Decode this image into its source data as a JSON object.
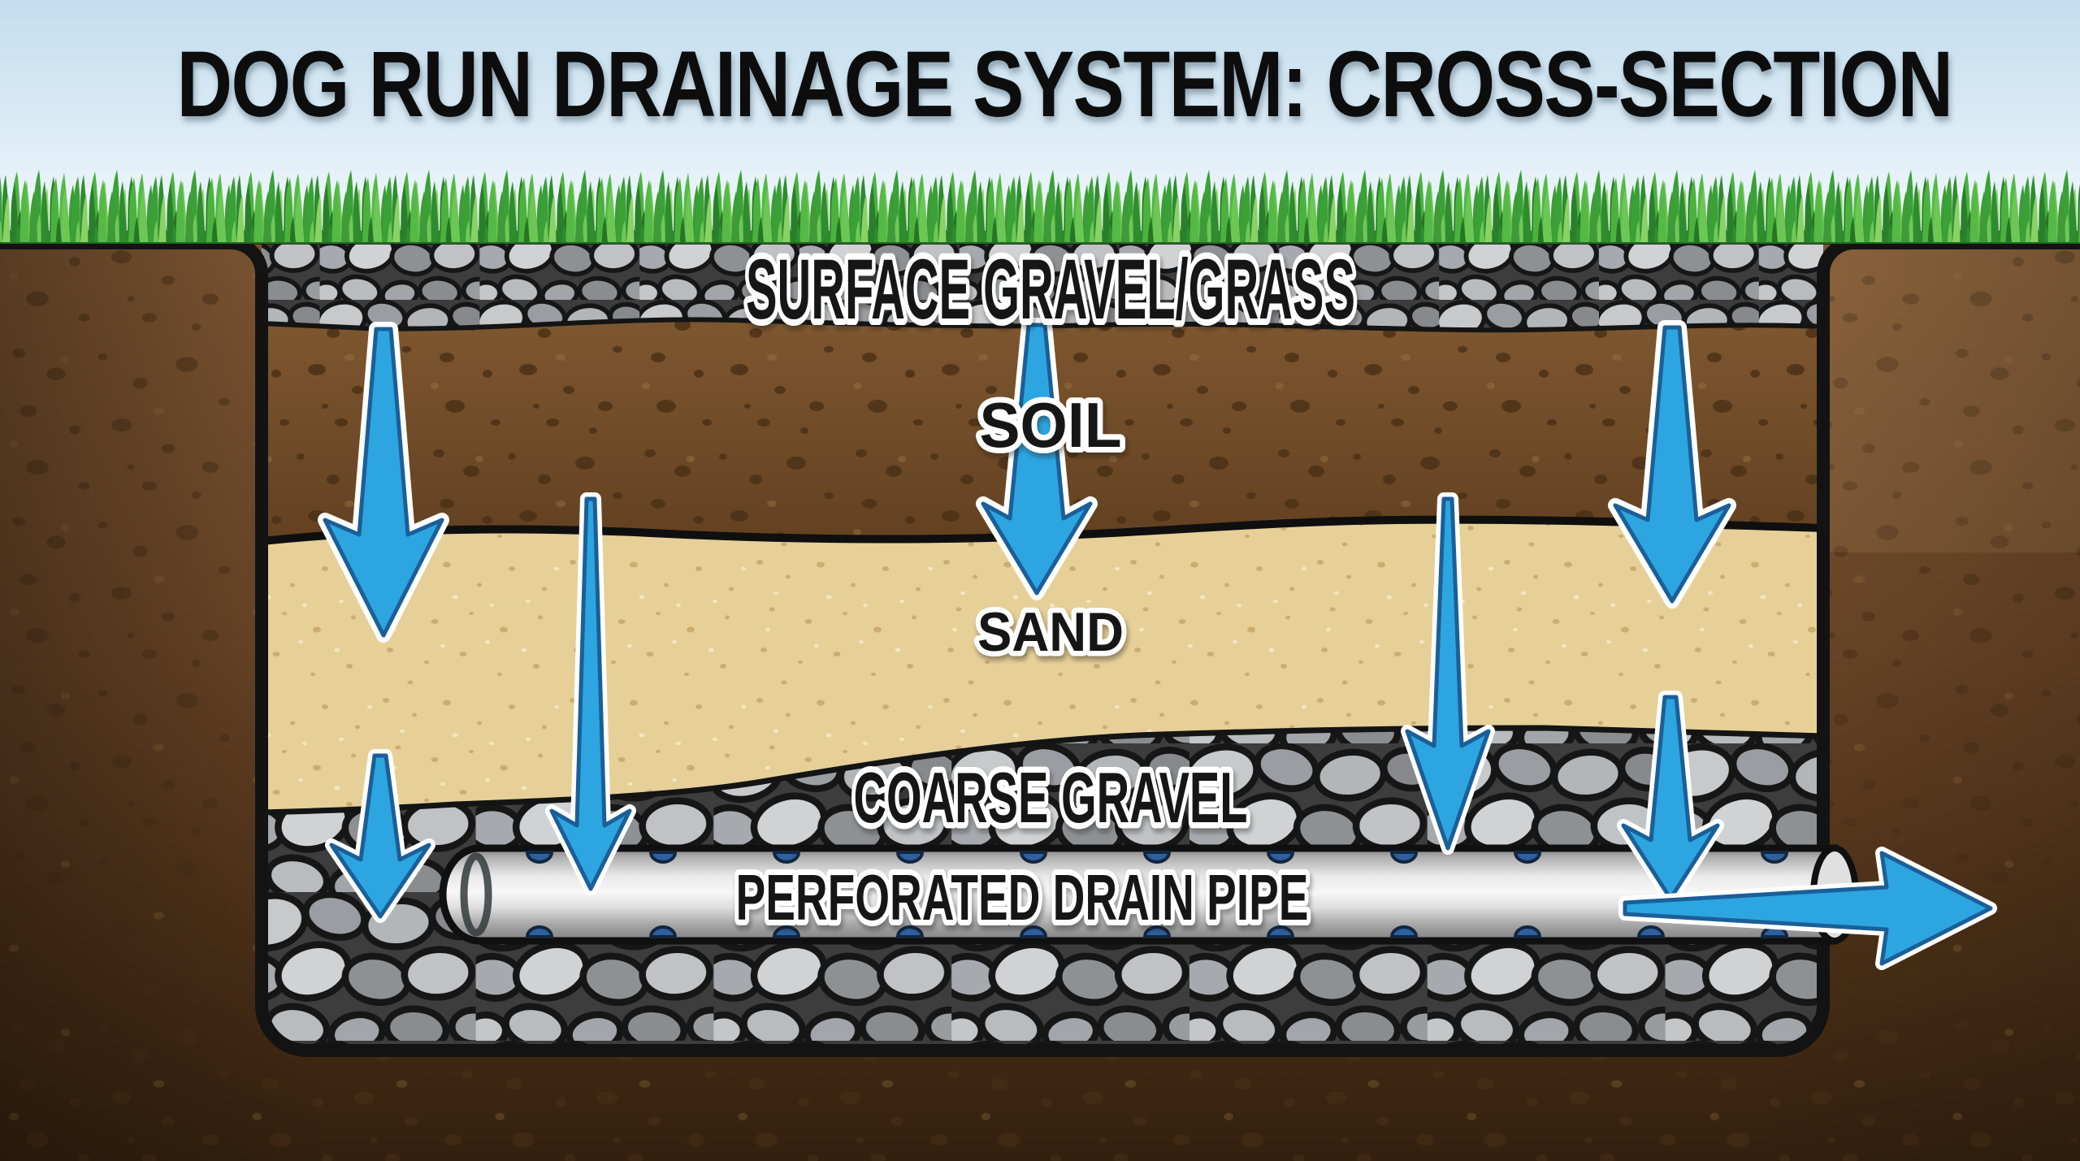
{
  "title": "DOG RUN DRAINAGE SYSTEM: CROSS-SECTION",
  "diagram": {
    "type": "cross-section",
    "subject": "dog run drainage system",
    "layers": [
      {
        "id": "surface-gravel-grass",
        "label": "SURFACE GRAVEL/GRASS",
        "color": "#a8a8a8"
      },
      {
        "id": "soil",
        "label": "SOIL",
        "color": "#7a5329"
      },
      {
        "id": "sand",
        "label": "SAND",
        "color": "#e6d098"
      },
      {
        "id": "coarse-gravel",
        "label": "COARSE GRAVEL",
        "color": "#9b9b9b"
      },
      {
        "id": "perforated-drain-pipe",
        "label": "PERFORATED DRAIN PIPE",
        "color": "#d9d9d9"
      }
    ],
    "flow": {
      "down_arrow_count": 7,
      "outflow_arrow_count": 1,
      "direction": "water percolates down through layers and exits right through pipe"
    },
    "colors": {
      "sky_top": "#c3ddee",
      "sky_bottom": "#f4f9fc",
      "grass_green": "#4bb23e",
      "soil_brown": "#7a5329",
      "sand_tan": "#e6d098",
      "outside_soil": "#6a4628",
      "pipe_gray": "#d9d9d9",
      "perforation_blue": "#2e5f9f",
      "arrow_blue": "#2da5e0",
      "arrow_edge": "#1b5f98",
      "outline_black": "#131313"
    }
  }
}
